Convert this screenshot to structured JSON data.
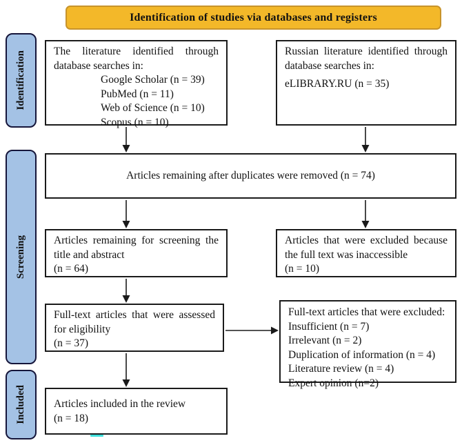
{
  "banner": {
    "title": "Identification of studies via databases and registers"
  },
  "stages": [
    {
      "label": "Identification"
    },
    {
      "label": "Screening"
    },
    {
      "label": "Included"
    }
  ],
  "boxes": {
    "db_search": {
      "intro": "The literature identified through database searches in:",
      "items": [
        "Google Scholar (n = 39)",
        "PubMed (n = 11)",
        "Web of Science (n = 10)",
        "Scopus (n = 10)"
      ]
    },
    "ru_search": {
      "intro": "Russian literature identified through database searches in:",
      "result": "eLIBRARY.RU (n = 35)"
    },
    "duplicates_removed": {
      "text": "Articles remaining after duplicates were removed (n = 74)"
    },
    "screening": {
      "text": "Articles remaining for screening the title and abstract",
      "count": "(n = 64)"
    },
    "excluded_inaccessible": {
      "text": "Articles that were excluded because the full text was inaccessible",
      "count": "(n = 10)"
    },
    "eligibility": {
      "text": "Full-text articles that were assessed for eligibility",
      "count": "(n = 37)"
    },
    "excluded_fulltext": {
      "title": "Full-text articles that were excluded:",
      "items": [
        "Insufficient (n = 7)",
        "Irrelevant (n = 2)",
        "Duplication of information (n = 4)",
        "Literature review (n = 4)",
        "Expert opinion (n=2)"
      ]
    },
    "included": {
      "text": "Articles included in the review",
      "count": "(n = 18)"
    }
  },
  "colors": {
    "banner_fill": "#F3B829",
    "banner_border": "#C7932B",
    "stage_fill": "#A4C2E5",
    "stage_border": "#15153A",
    "box_border": "#1A1A1A",
    "arrow": "#1A1A1A",
    "accent_mark": "#3FE0DC"
  }
}
